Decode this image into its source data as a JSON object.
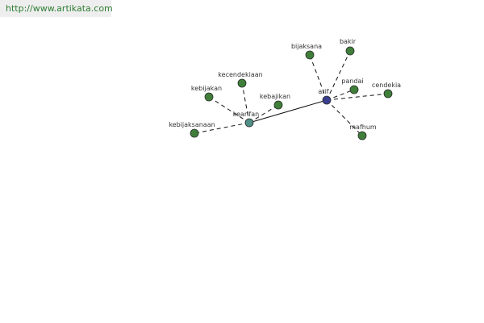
{
  "source": {
    "url_text": "http://www.artikata.com"
  },
  "colors": {
    "root_node": "#3b3f8f",
    "hub_node": "#4f8f86",
    "leaf_node": "#3f7f3a",
    "node_stroke": "#2a2a2a",
    "edge": "#111111",
    "label": "#333333",
    "link_text": "#2e7d32",
    "link_bg": "#eeeeee"
  },
  "graph": {
    "nodes": [
      {
        "id": "arif",
        "label": "arif",
        "kind": "root"
      },
      {
        "id": "kearifan",
        "label": "kearifan",
        "kind": "hub"
      },
      {
        "id": "bijaksana",
        "label": "bijaksana",
        "kind": "leaf"
      },
      {
        "id": "bakir",
        "label": "bakir",
        "kind": "leaf"
      },
      {
        "id": "pandai",
        "label": "pandai",
        "kind": "leaf"
      },
      {
        "id": "cendekia",
        "label": "cendekia",
        "kind": "leaf"
      },
      {
        "id": "mafhum",
        "label": "mafhum",
        "kind": "leaf"
      },
      {
        "id": "kecendekiaan",
        "label": "kecendekiaan",
        "kind": "leaf"
      },
      {
        "id": "kebijakan",
        "label": "kebijakan",
        "kind": "leaf"
      },
      {
        "id": "kebajikan",
        "label": "kebajikan",
        "kind": "leaf"
      },
      {
        "id": "kebijaksanaan",
        "label": "kebijaksanaan",
        "kind": "leaf"
      }
    ],
    "edges": [
      {
        "from": "arif",
        "to": "kearifan",
        "style": "solid"
      },
      {
        "from": "arif",
        "to": "bijaksana",
        "style": "dashed"
      },
      {
        "from": "arif",
        "to": "bakir",
        "style": "dashed"
      },
      {
        "from": "arif",
        "to": "pandai",
        "style": "dashed"
      },
      {
        "from": "arif",
        "to": "cendekia",
        "style": "dashed"
      },
      {
        "from": "arif",
        "to": "mafhum",
        "style": "dashed"
      },
      {
        "from": "kearifan",
        "to": "kecendekiaan",
        "style": "dashed"
      },
      {
        "from": "kearifan",
        "to": "kebijakan",
        "style": "dashed"
      },
      {
        "from": "kearifan",
        "to": "kebajikan",
        "style": "dashed"
      },
      {
        "from": "kearifan",
        "to": "kebijaksanaan",
        "style": "dashed"
      }
    ]
  }
}
